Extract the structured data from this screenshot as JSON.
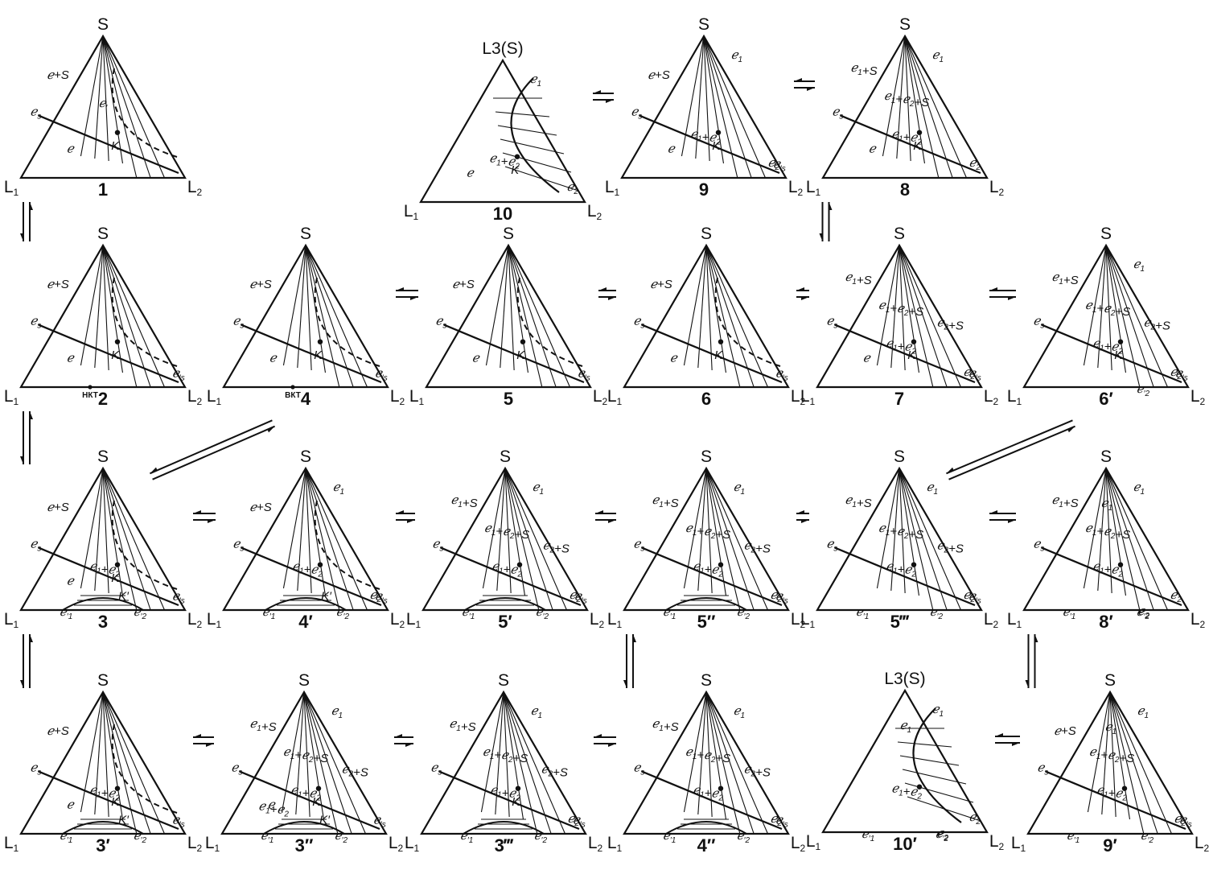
{
  "diagrams": [
    {
      "id": "1",
      "num": "1",
      "top": "S",
      "left": "L1",
      "right": "L2",
      "labels": [
        "e+S",
        "es",
        "e'",
        "K",
        "e"
      ],
      "dashed": true,
      "band": false
    },
    {
      "id": "10",
      "num": "10",
      "top": "L3(S)",
      "left": "L1",
      "right": "L2",
      "labels": [
        "e1",
        "e1+e2",
        "e",
        "K",
        "e2"
      ],
      "dashed": false,
      "band": false
    },
    {
      "id": "9",
      "num": "9",
      "top": "S",
      "left": "L1",
      "right": "L2",
      "labels": [
        "e+S",
        "e's",
        "es",
        "e1",
        "e1+e2",
        "e",
        "K",
        "e2"
      ],
      "dashed": false,
      "band": false
    },
    {
      "id": "8",
      "num": "8",
      "top": "S",
      "left": "L1",
      "right": "L2",
      "labels": [
        "e1+S",
        "e1",
        "es",
        "e1+e2+S",
        "e1+e2",
        "e",
        "K",
        "e2"
      ],
      "dashed": false,
      "band": false
    },
    {
      "id": "2",
      "num": "2",
      "top": "S",
      "left": "L1",
      "right": "L2",
      "labels": [
        "e+S",
        "es",
        "K",
        "e",
        "e's"
      ],
      "dashed": true,
      "band": false,
      "axis_mark": "НКТ"
    },
    {
      "id": "4",
      "num": "4",
      "top": "S",
      "left": "L1",
      "right": "L2",
      "labels": [
        "e+S",
        "es",
        "K",
        "e",
        "e's"
      ],
      "dashed": true,
      "band": false,
      "axis_mark": "ВКТ"
    },
    {
      "id": "5",
      "num": "5",
      "top": "S",
      "left": "L1",
      "right": "L2",
      "labels": [
        "e+S",
        "es",
        "K",
        "e",
        "e's"
      ],
      "dashed": true,
      "band": false
    },
    {
      "id": "6",
      "num": "6",
      "top": "S",
      "left": "L1",
      "right": "L2",
      "labels": [
        "e+S",
        "es",
        "K",
        "e",
        "e's"
      ],
      "dashed": true,
      "band": false
    },
    {
      "id": "7",
      "num": "7",
      "top": "S",
      "left": "L1",
      "right": "L2",
      "labels": [
        "e1+S",
        "es",
        "e1+e2+S",
        "e2+S",
        "e1+e2",
        "e",
        "K",
        "e2",
        "e's"
      ],
      "dashed": false,
      "band": false
    },
    {
      "id": "6p",
      "num": "6′",
      "top": "S",
      "left": "L1",
      "right": "L2",
      "labels": [
        "e1+S",
        "es",
        "e1+e2+S",
        "e2+S",
        "e1+e2",
        "e1",
        "e2",
        "e'2",
        "K",
        "e's"
      ],
      "dashed": false,
      "band": false
    },
    {
      "id": "3",
      "num": "3",
      "top": "S",
      "left": "L1",
      "right": "L2",
      "labels": [
        "e+S",
        "es",
        "K",
        "e",
        "e1+e2",
        "K'",
        "e'1",
        "e'2",
        "e's"
      ],
      "dashed": true,
      "band": true
    },
    {
      "id": "4p",
      "num": "4′",
      "top": "S",
      "left": "L1",
      "right": "L2",
      "labels": [
        "e+S",
        "es",
        "e1",
        "e1+e2",
        "K'",
        "e'1",
        "e'2",
        "e's",
        "e2"
      ],
      "dashed": true,
      "band": true
    },
    {
      "id": "5p",
      "num": "5′",
      "top": "S",
      "left": "L1",
      "right": "L2",
      "labels": [
        "e1+S",
        "e1+e2+S",
        "e2+S",
        "es",
        "e1",
        "e1+e2",
        "e2",
        "e'1",
        "e'2",
        "e's"
      ],
      "dashed": false,
      "band": true
    },
    {
      "id": "5pp",
      "num": "5″",
      "top": "S",
      "left": "L1",
      "right": "L2",
      "labels": [
        "e1+S",
        "e1+e2+S",
        "e2+S",
        "es",
        "e1",
        "e1+e2",
        "e2",
        "e'1",
        "e'2",
        "e's"
      ],
      "dashed": false,
      "band": true
    },
    {
      "id": "5ppp",
      "num": "5‴",
      "top": "S",
      "left": "L1",
      "right": "L2",
      "labels": [
        "e1+S",
        "e1+e2+S",
        "e2+S",
        "es",
        "e1",
        "e1+e2",
        "e2",
        "e'1",
        "e'2",
        "e's"
      ],
      "dashed": false,
      "band": false
    },
    {
      "id": "8p",
      "num": "8′",
      "top": "S",
      "left": "L1",
      "right": "L2",
      "labels": [
        "e1+S",
        "e1",
        "es",
        "e1+e2+S",
        "e1",
        "e1+e2",
        "e2",
        "e'1",
        "e'2",
        "e2"
      ],
      "dashed": false,
      "band": false
    },
    {
      "id": "3p",
      "num": "3′",
      "top": "S",
      "left": "L1",
      "right": "L2",
      "labels": [
        "e+S",
        "es",
        "e",
        "K",
        "e1+e2",
        "K'",
        "e'1",
        "e'2",
        "e's"
      ],
      "dashed": true,
      "band": true
    },
    {
      "id": "3pp",
      "num": "3″",
      "top": "S",
      "left": "L1",
      "right": "L2",
      "labels": [
        "e1+S",
        "e1+e2+S",
        "e2+S",
        "es",
        "e1",
        "e1+e2",
        "e",
        "K",
        "e1+e2",
        "K'",
        "e'1",
        "e'2",
        "e's"
      ],
      "dashed": false,
      "band": true
    },
    {
      "id": "3ppp",
      "num": "3‴",
      "top": "S",
      "left": "L1",
      "right": "L2",
      "labels": [
        "e1+S",
        "e1+e2+S",
        "e2+S",
        "es",
        "e1",
        "e1+e2",
        "K",
        "e2",
        "e'1",
        "e'2",
        "e's"
      ],
      "dashed": false,
      "band": true
    },
    {
      "id": "4pp",
      "num": "4″",
      "top": "S",
      "left": "L1",
      "right": "L2",
      "labels": [
        "e1+S",
        "e1+e2+S",
        "e2+S",
        "es",
        "e1",
        "e1+e2",
        "e2",
        "e'1",
        "e'2",
        "e's"
      ],
      "dashed": false,
      "band": true
    },
    {
      "id": "10p",
      "num": "10′",
      "top": "L3(S)",
      "left": "L1",
      "right": "L2",
      "labels": [
        "e1",
        "e1",
        "e1+e2",
        "e'1",
        "e2",
        "e'2",
        "e2"
      ],
      "dashed": false,
      "band": false
    },
    {
      "id": "9p",
      "num": "9′",
      "top": "S",
      "left": "L1",
      "right": "L2",
      "labels": [
        "e+S",
        "e's",
        "es",
        "e1",
        "e1+e2+S",
        "e1",
        "e1+e2",
        "e'1",
        "e'2",
        "e2"
      ],
      "dashed": false,
      "band": false
    }
  ],
  "arrows": [
    {
      "from": "1",
      "to": "2",
      "dir": "v"
    },
    {
      "from": "10",
      "to": "9",
      "dir": "h"
    },
    {
      "from": "9",
      "to": "8",
      "dir": "h"
    },
    {
      "from": "8",
      "to": "7",
      "dir": "v"
    },
    {
      "from": "4",
      "to": "5",
      "dir": "h"
    },
    {
      "from": "5",
      "to": "6",
      "dir": "h"
    },
    {
      "from": "6",
      "to": "7",
      "dir": "h"
    },
    {
      "from": "7",
      "to": "6p",
      "dir": "h"
    },
    {
      "from": "2",
      "to": "3",
      "dir": "v"
    },
    {
      "from": "4",
      "to": "3",
      "dir": "d"
    },
    {
      "from": "6p",
      "to": "5ppp",
      "dir": "d"
    },
    {
      "from": "3",
      "to": "4p",
      "dir": "h"
    },
    {
      "from": "4p",
      "to": "5p",
      "dir": "h"
    },
    {
      "from": "5p",
      "to": "5pp",
      "dir": "h"
    },
    {
      "from": "5pp",
      "to": "5ppp",
      "dir": "h"
    },
    {
      "from": "5ppp",
      "to": "8p",
      "dir": "h"
    },
    {
      "from": "3",
      "to": "3p",
      "dir": "v"
    },
    {
      "from": "4pp",
      "to": "5pp",
      "dir": "v"
    },
    {
      "from": "8p",
      "to": "9p",
      "dir": "v"
    },
    {
      "from": "3p",
      "to": "3pp",
      "dir": "h"
    },
    {
      "from": "3pp",
      "to": "3ppp",
      "dir": "h"
    },
    {
      "from": "3ppp",
      "to": "4pp",
      "dir": "h"
    },
    {
      "from": "10p",
      "to": "9p",
      "dir": "h"
    }
  ]
}
